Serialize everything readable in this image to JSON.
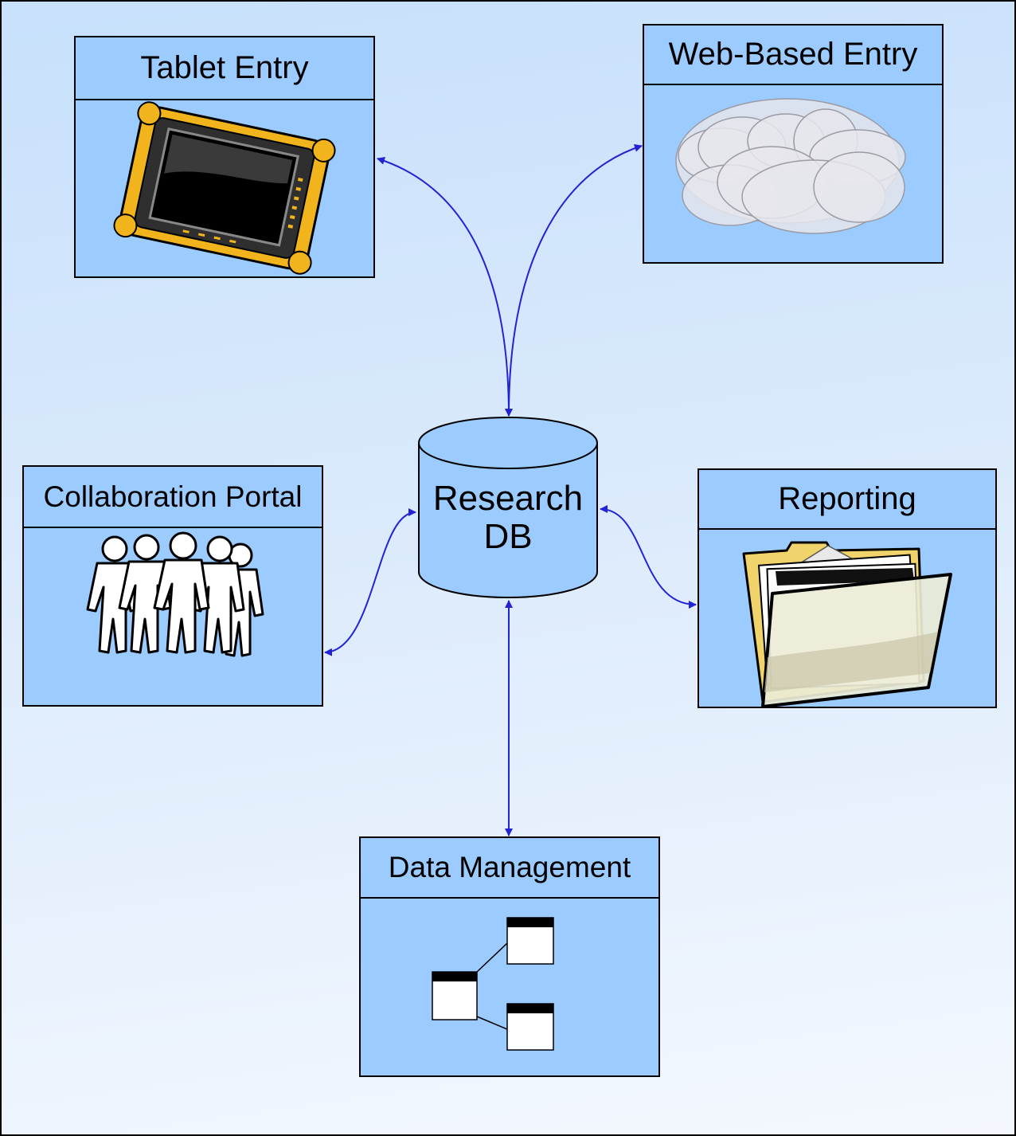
{
  "diagram": {
    "nodes": {
      "tablet": {
        "label": "Tablet Entry",
        "icon": "tablet-icon"
      },
      "web": {
        "label": "Web-Based Entry",
        "icon": "cloud-icon"
      },
      "collab": {
        "label": "Collaboration Portal",
        "icon": "people-icon"
      },
      "reporting": {
        "label": "Reporting",
        "icon": "folder-icon"
      },
      "datamgmt": {
        "label": "Data Management",
        "icon": "tree-diagram-icon"
      }
    },
    "database": {
      "line1": "Research",
      "line2": "DB",
      "icon": "database-cylinder-icon"
    },
    "colors": {
      "box_fill": "#9ccbff",
      "arrow": "#2323d6",
      "tablet_frame": "#f2b41c"
    },
    "connections": [
      {
        "from": "database",
        "to": "tablet",
        "direction": "both"
      },
      {
        "from": "database",
        "to": "web",
        "direction": "both"
      },
      {
        "from": "database",
        "to": "collab",
        "direction": "both"
      },
      {
        "from": "database",
        "to": "reporting",
        "direction": "both"
      },
      {
        "from": "database",
        "to": "datamgmt",
        "direction": "both"
      }
    ]
  }
}
